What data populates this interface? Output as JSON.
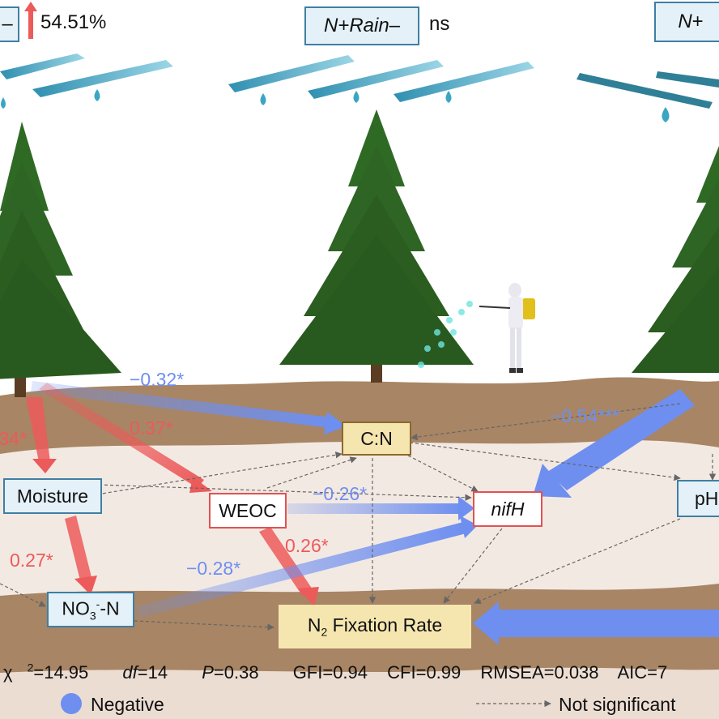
{
  "headers": {
    "left_tag": "–",
    "left_change": "54.51%",
    "middle_tag_n": "N",
    "middle_tag_rest": "+Rain–",
    "middle_sig": "ns",
    "right_tag_n": "N",
    "right_tag_rest": "+"
  },
  "nodes": {
    "cn": "C:N",
    "moisture": "Moisture",
    "weoc": "WEOC",
    "nifh": "nifH",
    "no3_pre": "NO",
    "no3_sub": "3",
    "no3_sup": "-",
    "no3_post": "-N",
    "n2_pre": "N",
    "n2_sub": "2",
    "n2_post": " Fixation Rate",
    "ph": "pH"
  },
  "coefficients": {
    "c1": "−0.32*",
    "c2": ".34*",
    "c3": "0.37*",
    "c4": "−0.54***",
    "c5": "−0.26*",
    "c6": "0.26*",
    "c7": "0.27*",
    "c8": "−0.28*"
  },
  "stats": {
    "chi_pre": "χ",
    "chi_sup": "2",
    "chi_val": "=14.95",
    "df_label": "df",
    "df_val": "=14",
    "p_label": "P",
    "p_val": "=0.38",
    "gfi": "GFI=0.94",
    "cfi": "CFI=0.99",
    "rmsea": "RMSEA=0.038",
    "aic": "AIC=7"
  },
  "legend": {
    "negative": "Negative",
    "not_significant": "Not significant"
  },
  "colors": {
    "negative_arrow": "#6e8ff0",
    "positive_arrow": "#ec5a5a",
    "soil_dark": "#a88564",
    "soil_light": "#f3e9e3",
    "tree": "#2f6a25",
    "rain": "#3aa6c4"
  }
}
